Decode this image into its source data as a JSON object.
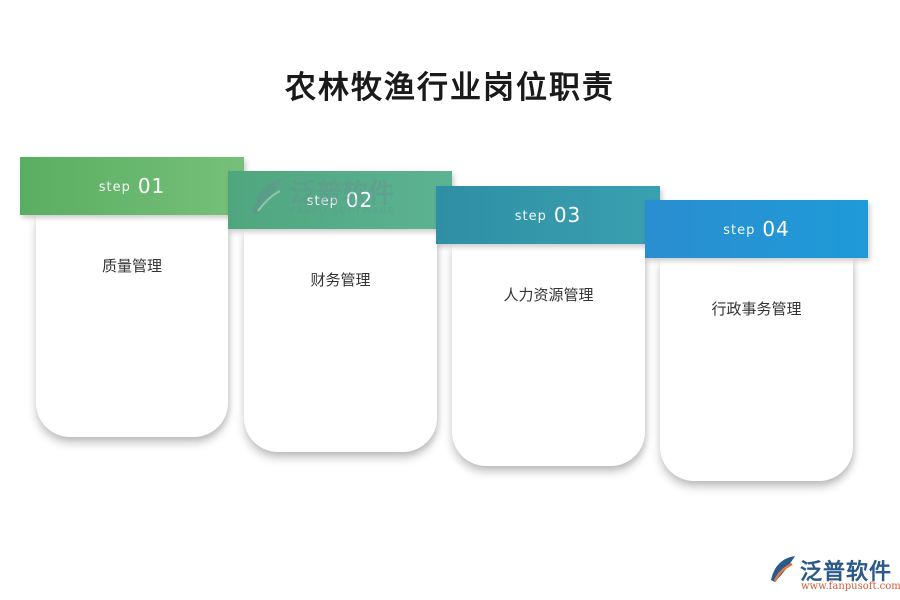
{
  "title": "农林牧渔行业岗位职责",
  "steps": [
    {
      "word": "step",
      "num": "01",
      "text": "质量管理",
      "color": "#6ab46d"
    },
    {
      "word": "step",
      "num": "02",
      "text": "财务管理",
      "color": "#56ad88"
    },
    {
      "word": "step",
      "num": "03",
      "text": "人力资源管理",
      "color": "#3498aa"
    },
    {
      "word": "step",
      "num": "04",
      "text": "行政事务管理",
      "color": "#2594d4"
    }
  ],
  "watermark": {
    "cn": "泛普软件",
    "en": "FANPU SOFTWARE",
    "icon": "fanpu-leaf-icon"
  },
  "logo": {
    "cn": "泛普软件",
    "url": "www.fanpusoft.com",
    "icon": "fanpu-leaf-icon"
  }
}
